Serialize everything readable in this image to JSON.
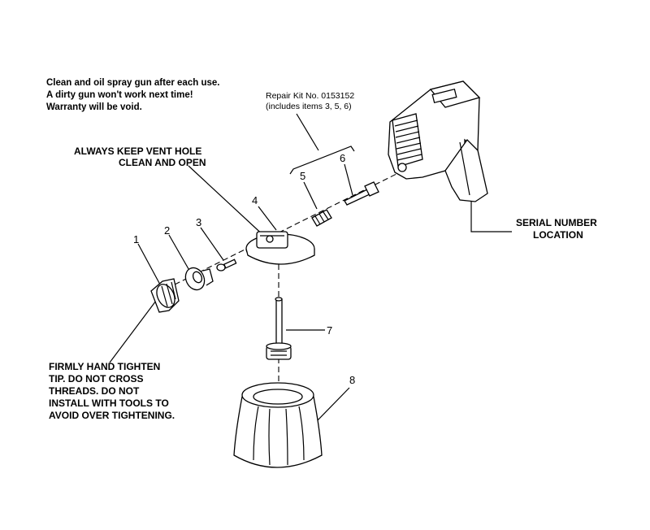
{
  "care_note": {
    "line1": "Clean and oil spray gun after each use.",
    "line2": "A dirty gun won't work next time!",
    "line3": "Warranty will be void."
  },
  "repair_kit": {
    "line1": "Repair Kit No. 0153152",
    "line2": "(includes items 3, 5, 6)"
  },
  "vent_note": {
    "line1": "ALWAYS KEEP VENT HOLE",
    "line2": "CLEAN AND OPEN"
  },
  "serial_note": {
    "line1": "SERIAL NUMBER",
    "line2": "LOCATION"
  },
  "tip_note": {
    "line1": "FIRMLY HAND TIGHTEN",
    "line2": "TIP. DO NOT CROSS",
    "line3": "THREADS. DO NOT",
    "line4": "INSTALL WITH TOOLS TO",
    "line5": "AVOID OVER TIGHTENING."
  },
  "part_numbers": [
    "1",
    "2",
    "3",
    "4",
    "5",
    "6",
    "7",
    "8"
  ]
}
